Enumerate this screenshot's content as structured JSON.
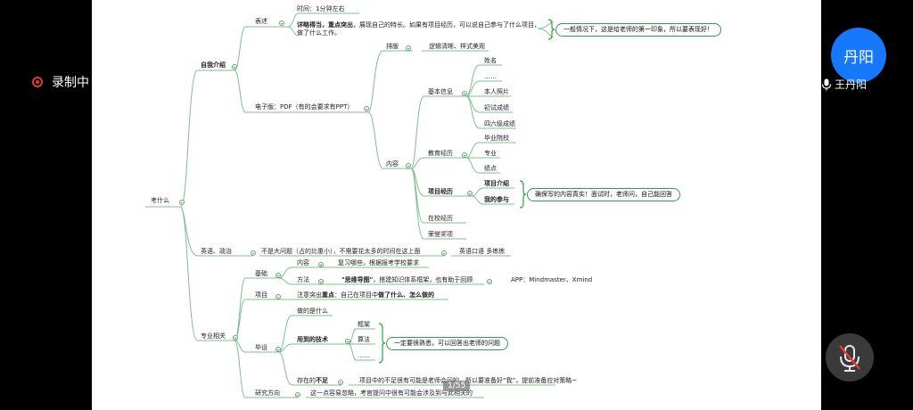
{
  "overlay": {
    "recording_label": "录制中",
    "avatar_text": "丹阳",
    "user_name": "王丹阳",
    "page_indicator": "1/55",
    "colors": {
      "accent": "#1677ff",
      "record": "#e23b3b",
      "mindmap_line": "#7fbf8f",
      "callout_border": "#2f9d4a"
    }
  },
  "mindmap": {
    "root": "考什么",
    "n1": "自我介绍",
    "n1a": "表述",
    "n1a1": "时间：1分钟左右",
    "n1a2_bold": "详略得当，重点突出",
    "n1a2_rest": "，展现自己的特长。如果有项目经历，可以说自己参与了什么项目，做了什么工作。",
    "callout1": "一般情况下，这是给老师的第一印象，所以要表现好！",
    "n1b": "电子版：PDF（有的会要求有PPT）",
    "n1b1": "排版",
    "n1b1a": "逻辑清晰、样式美观",
    "n1b2": "内容",
    "basic": "基本信息",
    "basic_items": [
      "姓名",
      "……",
      "本人照片",
      "初试成绩",
      "四六级成绩"
    ],
    "edu": "教育经历",
    "edu_items": [
      "毕业院校",
      "专业",
      "绩点"
    ],
    "proj": "项目经历",
    "proj_items": [
      "项目介绍",
      "我的参与"
    ],
    "callout2": "确保写的内容真实！面试时，老师问，自己能回答",
    "school": "在校经历",
    "honor": "荣誉奖项",
    "n2": "英语、政治",
    "n2a": "不是大问题（占的比重小），不需要花太多的时间在这上面",
    "n2b": "英语口语 多练练",
    "n3": "专业相关",
    "n3a": "基础",
    "n3a1": "内容",
    "n3a1v": "复习哪些，根据报考学校要求",
    "n3a2": "方法",
    "n3a2_q": "\"思维导图\"",
    "n3a2_rest": "，搭建知识体系框架，也有助于回顾",
    "n3a2_app": "APP：Mindmaster、Xmind",
    "n3b": "项目",
    "n3b1_pre": "注意突出",
    "n3b1_b1": "重点",
    "n3b1_mid": "：自己在项目中",
    "n3b1_b2": "做了什么、怎么做的",
    "n3c": "毕设",
    "n3c1": "做的是什么",
    "n3c2": "用到的技术",
    "n3c2_items": [
      "框架",
      "算法",
      "……"
    ],
    "callout3": "一定要很熟悉，可以回答出老师的问题",
    "n3c3_pre": "存在的",
    "n3c3_b": "不足",
    "n3c3_v": "项目中的不足很有可能是老师会问的，所以要准备好“我”，提前准备应对策略~",
    "n3d": "研究方向",
    "n3d1": "这一点容易忽略，考官提问中很有可能会涉及到与此相关的"
  }
}
